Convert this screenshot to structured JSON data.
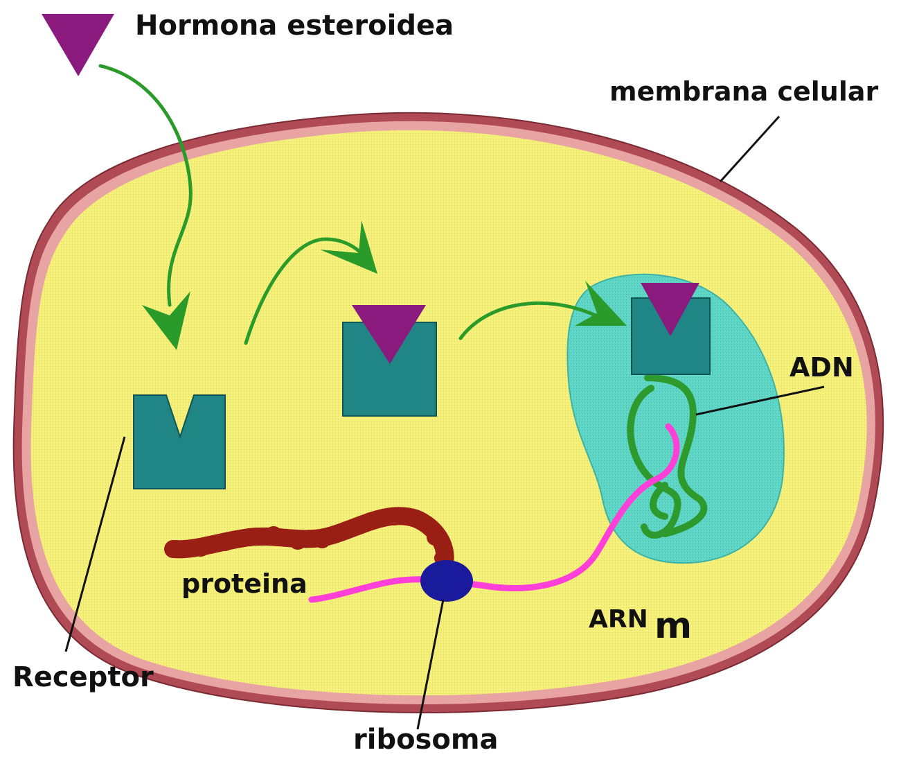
{
  "labels": {
    "hormone": "Hormona esteroidea",
    "membrane": "membrana celular",
    "dna": "ADN",
    "protein": "proteina",
    "mrna_main": "ARN",
    "mrna_sub": "m",
    "receptor": "Receptor",
    "ribosome": "ribosoma"
  },
  "colors": {
    "membrane_outer": "#b04a55",
    "membrane_inner": "#e8a3a3",
    "cytoplasm": "#f5f07a",
    "nucleus": "#5fd6c6",
    "receptor": "#1f8585",
    "hormone": "#8b1a7e",
    "arrow": "#2a9a2a",
    "dna": "#2e9a2e",
    "mrna": "#ff40d8",
    "protein": "#991e14",
    "ribosome": "#1a1a9c",
    "leader_line": "#111111"
  }
}
